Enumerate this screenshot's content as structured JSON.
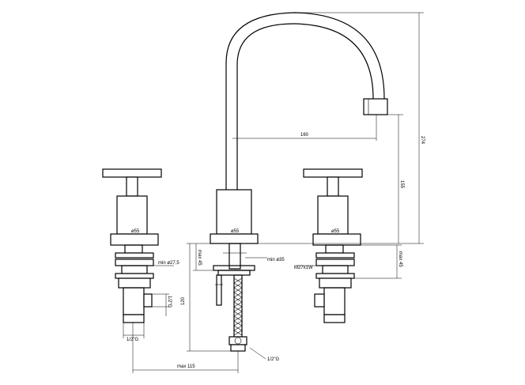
{
  "dimensions": {
    "spout_reach": "160",
    "total_height": "274",
    "spout_height": "155",
    "spout_base_diameter": "ø55",
    "handle_left_diameter": "ø55",
    "handle_right_diameter": "ø55",
    "deck_hole_min": "min ø27,5",
    "deck_hole_center_min": "min ø35",
    "deck_thickness_left": "max 45",
    "deck_thickness_right": "max 45",
    "thread_right": "M27x1W",
    "hose_length": "120",
    "inlet_thread_left": "1/2\"G",
    "outlet_thread_left": "1/2\"G",
    "hose_thread": "1/2\"G",
    "max_spread": "max 115"
  },
  "colors": {
    "line": "#000000",
    "background": "#ffffff"
  }
}
